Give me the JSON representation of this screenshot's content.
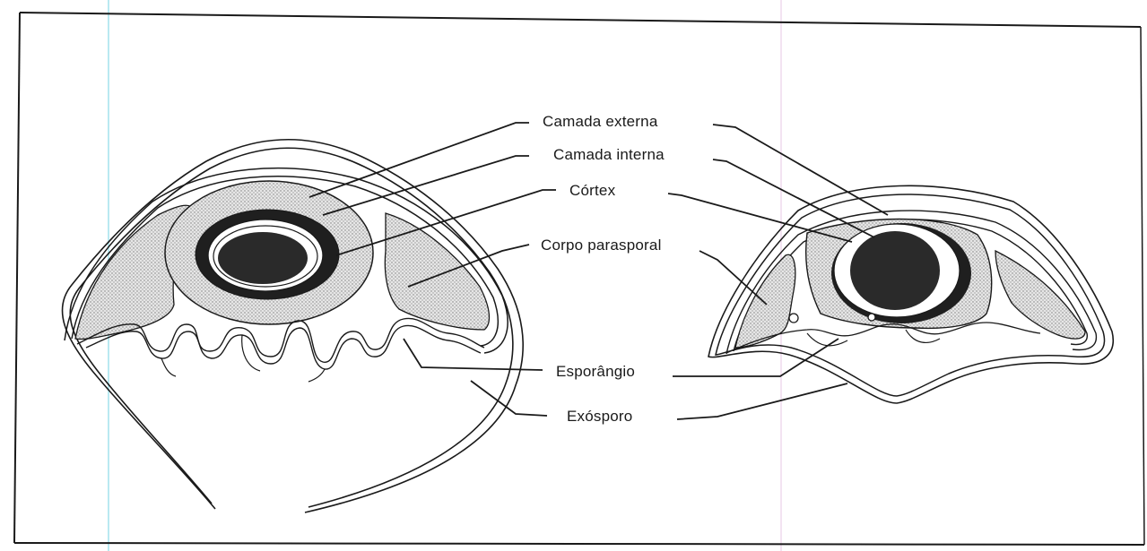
{
  "labels": {
    "camada_externa": "Camada externa",
    "camada_interna": "Camada  interna",
    "cortex": "Córtex",
    "corpo_parasporal": "Corpo parasporal",
    "esporangio": "Esporângio",
    "exosporo": "Exósporo"
  },
  "colors": {
    "ink": "#1a1a1a",
    "stipple": "#c9c9c9",
    "core": "#2a2a2a",
    "scan_tint_left": "#a7e3ee",
    "scan_tint_right": "#f0dcef"
  }
}
